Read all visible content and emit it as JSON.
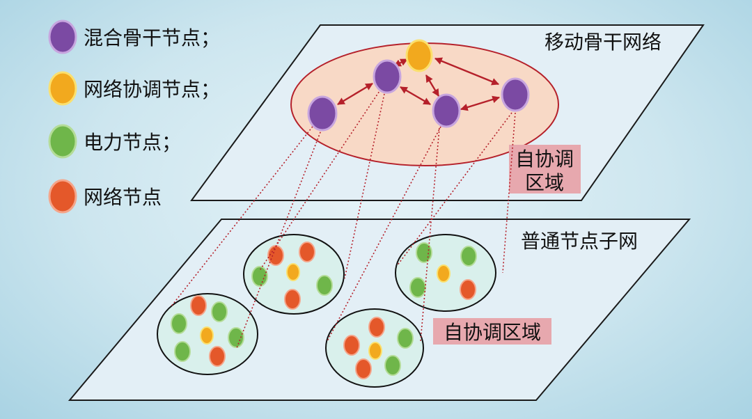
{
  "legend": [
    {
      "label": "混合骨干节点；",
      "color": "#7b4aa3"
    },
    {
      "label": "网络协调节点；",
      "color": "#f2a91e"
    },
    {
      "label": "电力节点；",
      "color": "#6fb64a"
    },
    {
      "label": "网络节点",
      "color": "#e4582a"
    }
  ],
  "layers": {
    "top": {
      "title": "移动骨干网络"
    },
    "bottom": {
      "title": "普通节点子网"
    }
  },
  "regions": {
    "top_label_line1": "自协调",
    "top_label_line2": "区域",
    "bottom_label": "自协调区域"
  },
  "colors": {
    "hybrid_backbone": "#7b4aa3",
    "coordination": "#f2a91e",
    "power": "#6fb64a",
    "network": "#e4582a",
    "link": "#b5202a",
    "region_fill": "#f8d9c6",
    "label_bg": "#e7a8ae"
  }
}
